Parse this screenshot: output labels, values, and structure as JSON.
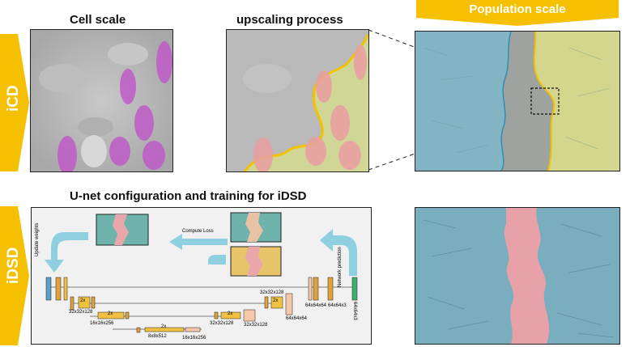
{
  "titles": {
    "cell_scale": "Cell scale",
    "upscaling": "upscaling process",
    "population": "Population scale",
    "unet": "U-net configuration and training for iDSD"
  },
  "rows": {
    "icd": "iCD",
    "idsd": "iDSD"
  },
  "unet": {
    "update_weights": "Update weights",
    "compute_loss": "Compute Loss",
    "network_prediction": "Network prediction",
    "output_dims": "64x64x3",
    "ops": {
      "a": "2x",
      "b": "2x",
      "c": "2x",
      "d": "2x",
      "e": "2x"
    },
    "dims": {
      "d1": "32x32x128",
      "d2": "16x16x256",
      "d3": "8x8x512",
      "d4": "16x16x256",
      "d5": "32x32x128",
      "d6": "32x32x128",
      "d7": "64x64x64",
      "d8": "64x64x64",
      "d9": "64x64x3"
    }
  },
  "colors": {
    "banner": "#f5c000",
    "cell_magenta": "#c05ac8",
    "cell_pink": "#e8a0a0",
    "boundary_yellow": "#f2c200",
    "population_blue": "#7fb6c8",
    "population_yellow": "#d8dc8a",
    "mask_pink": "#e8a1a8",
    "arrow_blue": "#8ecfe0"
  }
}
